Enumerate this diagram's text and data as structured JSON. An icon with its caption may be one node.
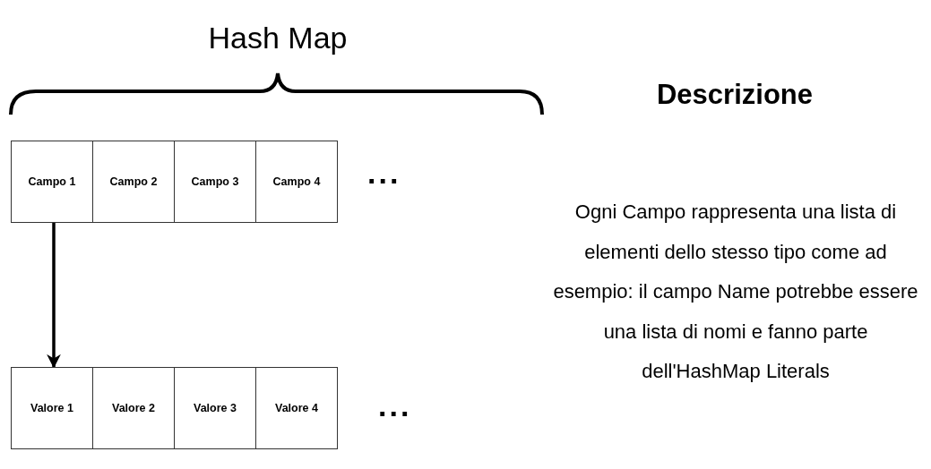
{
  "diagram": {
    "title": "Hash Map",
    "nodes": [
      {
        "text": [
          "Campo 1"
        ]
      },
      {
        "text": [
          "Campo 2"
        ]
      },
      {
        "text": [
          "Campo 3"
        ]
      },
      {
        "text": [
          "Campo 4"
        ]
      },
      {
        "text": [
          "Valore 1"
        ]
      },
      {
        "text": [
          "Valore 2"
        ]
      },
      {
        "text": [
          "Valore 3"
        ]
      },
      {
        "text": [
          "Valore 4"
        ]
      }
    ],
    "edges": [
      {
        "from": 0,
        "to": 4,
        "arrow": "to"
      }
    ],
    "labels": [
      "...",
      "Descrizione",
      "...",
      "Ogni Campo rappresenta una lista di elementi dello stesso tipo come ad esempio: il campo Name potrebbe essere una lista di nomi e fanno parte dell'HashMap Literals"
    ]
  }
}
